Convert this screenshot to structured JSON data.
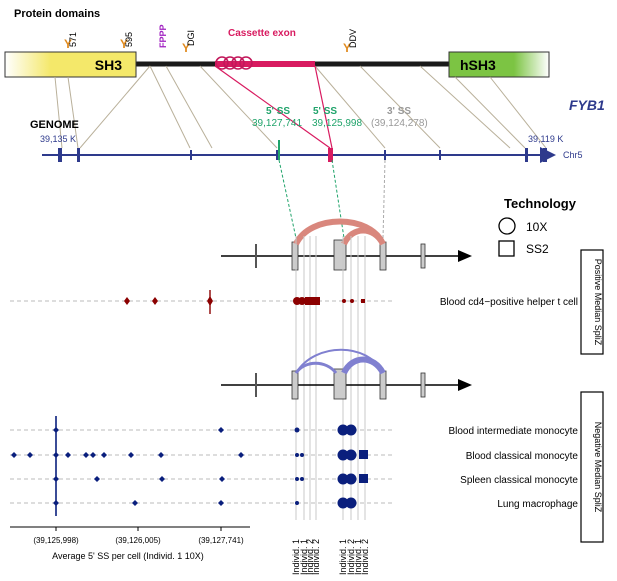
{
  "protein": {
    "title": "Protein domains",
    "sh3_label": "SH3",
    "hsh3_label": "hSH3",
    "cassette_label": "Cassette exon",
    "y571": "571",
    "y595": "595",
    "fppp": "FPPP",
    "dgi": "DGI",
    "ddv": "DDV",
    "y_glyph": "Y",
    "gene_name": "FYB1",
    "sh3_color": "#f4e86a",
    "hsh3_color": "#7cc443",
    "cassette_color": "#d81b60"
  },
  "genome": {
    "title": "GENOME",
    "left_coord": "39,135 K",
    "right_coord": "39,119 K",
    "chr": "Chr5",
    "ss5_a_label": "5' SS",
    "ss5_a_coord": "39,127,741",
    "ss5_b_label": "5' SS",
    "ss5_b_coord": "39,125,998",
    "ss3_label": "3' SS",
    "ss3_coord": "(39,124,278)",
    "line_color": "#2e3a8c",
    "ss_color": "#1fa36a"
  },
  "legend": {
    "title": "Technology",
    "item_10x": "10X",
    "item_ss2": "SS2"
  },
  "positive": {
    "box_label": "Positive Median SpliZ",
    "cell_label": "Blood cd4−positive helper t cell",
    "color": "#8b0000",
    "arc_color": "#d9877d"
  },
  "negative": {
    "box_label": "Negative Median SpliZ",
    "cell_labels": [
      "Blood intermediate monocyte",
      "Blood classical monocyte",
      "Spleen classical monocyte",
      "Lung macrophage"
    ],
    "color": "#0a1f7d",
    "arc_color": "#8080d0"
  },
  "xaxis": {
    "ticks": [
      "(39,125,998)",
      "(39,126,005)",
      "(39,127,741)"
    ],
    "title": "Average 5' SS per cell (Individ. 1 10X)"
  },
  "individ_labels": [
    "Individ. 1",
    "Individ. 1",
    "Individ. 2",
    "Individ. 2",
    "Individ. 1",
    "Individ. 2",
    "Individ. 1",
    "Individ. 2"
  ]
}
